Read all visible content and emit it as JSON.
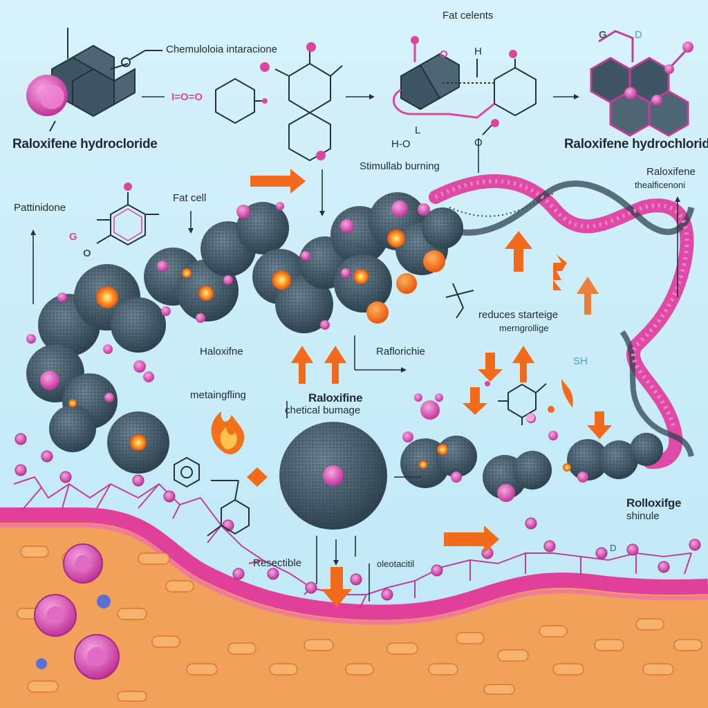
{
  "labels": {
    "chemical_interaction": "Chemuloloia intaracione",
    "raloxifene_hcl_left": "Raloxifene hydrocloride",
    "fat_celents": "Fat celents",
    "raloxifene_hcl_right": "Raloxifene hydrochlorid",
    "stimulab_burning": "Stimullab burning",
    "fat_cell": "Fat cell",
    "pattinidone": "Pattinidone",
    "raloxifene_therapeutic": "Raloxifene",
    "raloxifene_therapeutic_sub": "thealficenoni",
    "reduces_storage": "reduces starteige",
    "metabolic_storage": "merngrollige",
    "haloxifine": "Haloxifne",
    "metabolic": "metaingfling",
    "raflorichie": "Raflorichie",
    "raloxifine_center": "Raloxifine",
    "chemical_burnage": "chetical bumage",
    "sh": "SH",
    "rolloxifge": "Rolloxifge",
    "shinule": "shinule",
    "resectible": "Resectible",
    "oleotacitil": "oleotacitil",
    "d_label": "D"
  },
  "chem_marks": {
    "io_o": "I=O=O",
    "h_o": "H-O",
    "o_left": "O",
    "l_mark": "L",
    "h_mark": "H",
    "o_bottom": "O",
    "g": "G",
    "d": "D",
    "gs": "G",
    "o_small": "O"
  },
  "colors": {
    "background": "#c8ecf8",
    "cell_dark": "#3f5563",
    "molecule_pink": "#d9479f",
    "arrow_orange": "#f26a1b",
    "tissue_orange": "#f2a15a",
    "membrane_pink": "#e0409a"
  }
}
